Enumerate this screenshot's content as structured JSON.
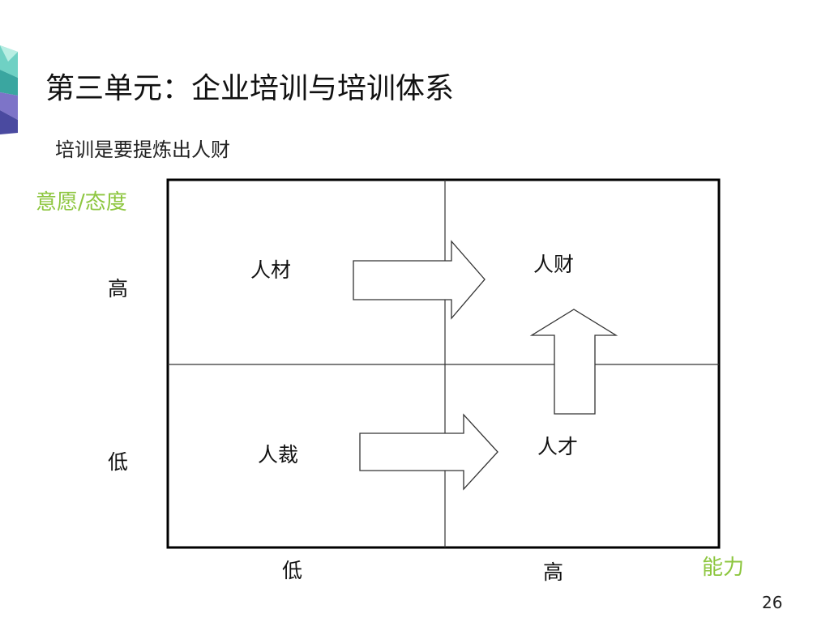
{
  "slide": {
    "title": "第三单元：企业培训与培训体系",
    "subtitle": "培训是要提炼出人财",
    "page_number": "26"
  },
  "matrix": {
    "y_axis_label": "意愿/态度",
    "x_axis_label": "能力",
    "y_ticks": {
      "high": "高",
      "low": "低"
    },
    "x_ticks": {
      "low": "低",
      "high": "高"
    },
    "quadrants": {
      "top_left": "人材",
      "top_right": "人财",
      "bottom_right": "人才",
      "bottom_left": "人裁"
    },
    "arrows": [
      {
        "from": "人材",
        "to": "人财",
        "direction": "right"
      },
      {
        "from": "人裁",
        "to": "人才",
        "direction": "right"
      },
      {
        "from": "人才",
        "to": "人财",
        "direction": "up"
      }
    ]
  },
  "colors": {
    "axis_label": "#8dc63f",
    "highlight": "#1a9a8c",
    "text": "#111111",
    "frame": "#000000"
  },
  "icons": {
    "logo": "geometric-corner-logo-icon"
  }
}
